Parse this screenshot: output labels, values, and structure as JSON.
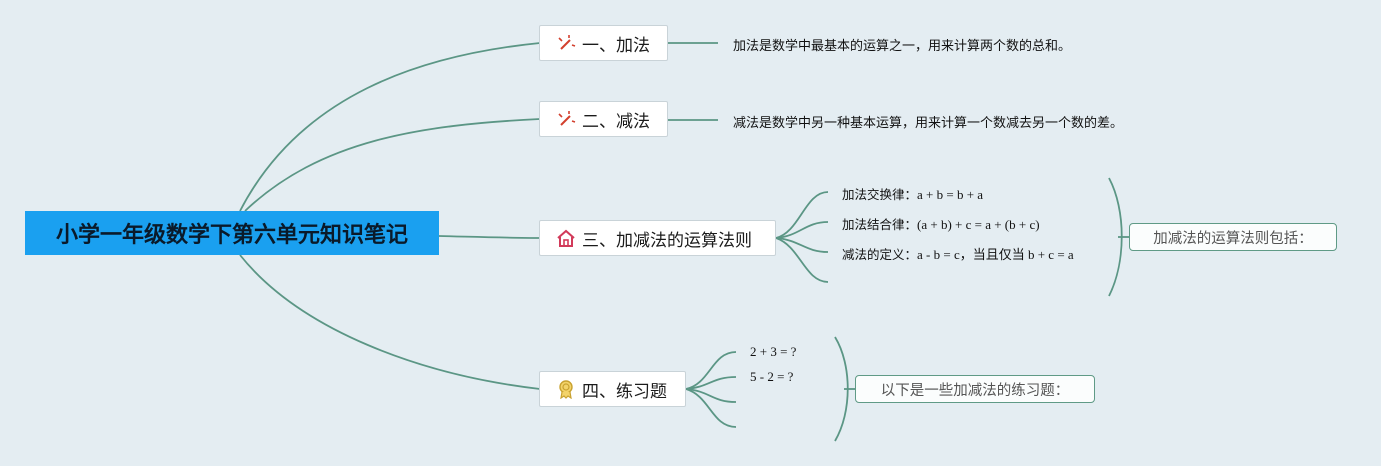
{
  "colors": {
    "line": "#5b9685",
    "root_bg": "#1aa0f0",
    "topic_bg": "#ffffff",
    "summary_border": "#5f9a86"
  },
  "root": {
    "title": "小学一年级数学下第六单元知识笔记"
  },
  "topics": [
    {
      "label": "一、加法",
      "icon": "magic-wand-icon",
      "note": "加法是数学中最基本的运算之一，用来计算两个数的总和。"
    },
    {
      "label": "二、减法",
      "icon": "magic-wand-icon",
      "note": "减法是数学中另一种基本运算，用来计算一个数减去另一个数的差。"
    },
    {
      "label": "三、加减法的运算法则",
      "icon": "house-icon",
      "items": [
        {
          "label": "加法交换律：",
          "formula": "a + b = b + a"
        },
        {
          "label": "加法结合律：",
          "formula": "(a + b) + c = a + (b + c)"
        },
        {
          "label": "减法的定义：",
          "formula": "a - b = c，当且仅当 b + c = a"
        }
      ],
      "summary": "加减法的运算法则包括："
    },
    {
      "label": "四、练习题",
      "icon": "award-ribbon-icon",
      "items": [
        {
          "formula": "2 + 3 = ?"
        },
        {
          "formula": "5 - 2 = ?"
        }
      ],
      "summary": "以下是一些加减法的练习题："
    }
  ]
}
